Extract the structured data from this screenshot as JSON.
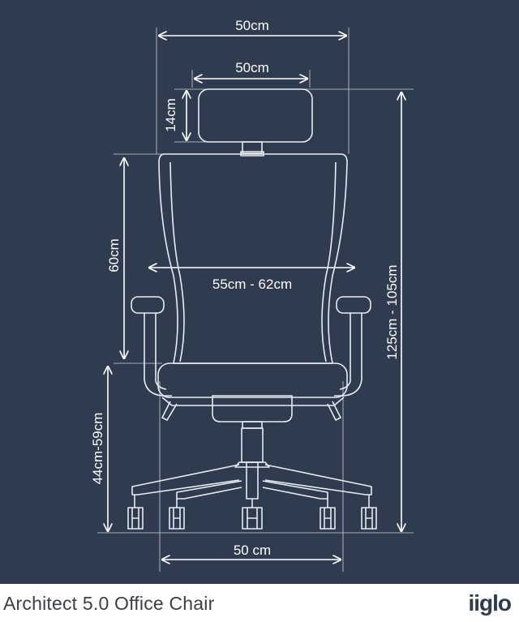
{
  "product_title": "Architect 5.0 Office Chair",
  "brand_logo": "iiglo",
  "colors": {
    "background": "#2f3c4f",
    "lines": "#ffffff",
    "caption": "#3a3f47"
  },
  "dimensions": {
    "overall_width": "50cm",
    "headrest_width": "50cm",
    "headrest_height": "14cm",
    "backrest_height": "60cm",
    "backrest_width": "55cm - 62cm",
    "seat_height": "44cm-59cm",
    "total_height": "125cm - 105cm",
    "base_width": "50 cm"
  }
}
